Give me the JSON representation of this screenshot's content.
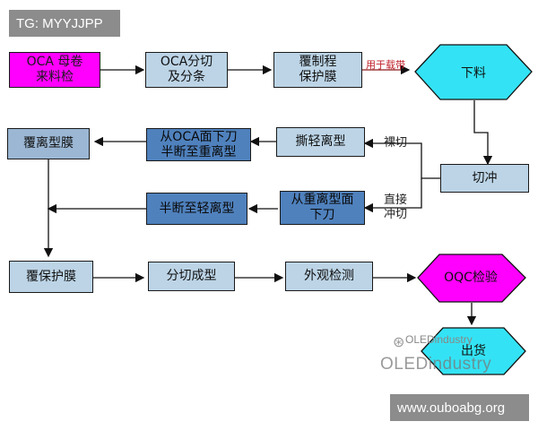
{
  "badge": {
    "text": "TG: MYYJJPP"
  },
  "footer": {
    "url": "www.ouboabg.org"
  },
  "watermark": {
    "text": "OLEDindustry",
    "small": "OLEDindustry"
  },
  "nodes": {
    "oca_roll": "OCA 母卷\n来料检",
    "slitting": "OCA分切\n及分条",
    "cover_protect": "覆制程\n保护膜",
    "cutting_down": "下料",
    "die_cut": "切冲",
    "peel_light": "撕轻离型",
    "half_heavy": "从OCA面下刀\n半断至重离型",
    "cover_release": "覆离型膜",
    "from_heavy": "从重离型面\n下刀",
    "half_light": "半断至轻离型",
    "cover_protect2": "覆保护膜",
    "slit_form": "分切成型",
    "visual_inspect": "外观检测",
    "oqc": "OQC检验",
    "ship": "出货"
  },
  "edge_labels": {
    "for_carrier": "用于载带",
    "bare_cut": "裸切",
    "direct_cut": "直接\n冲切"
  },
  "colors": {
    "magenta": "#ff00ff",
    "cyan": "#33e3f5",
    "light_blue": "#bcd4e6",
    "mid_blue": "#9bb7d4",
    "dark_blue": "#4f81bd",
    "carrier_text": "#c0202a"
  }
}
